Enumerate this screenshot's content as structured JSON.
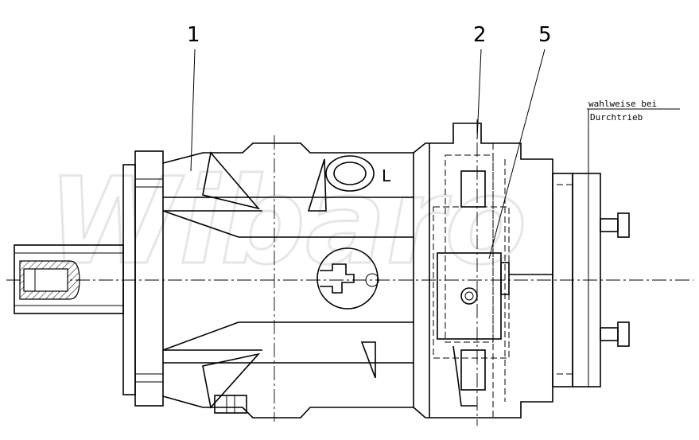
{
  "drawing": {
    "labels": [
      "1",
      "2",
      "5"
    ],
    "port_label": "L",
    "annotation_line1": "wahlweise bei",
    "annotation_line2": "Durchtrieb",
    "watermark": "Wibaro"
  }
}
